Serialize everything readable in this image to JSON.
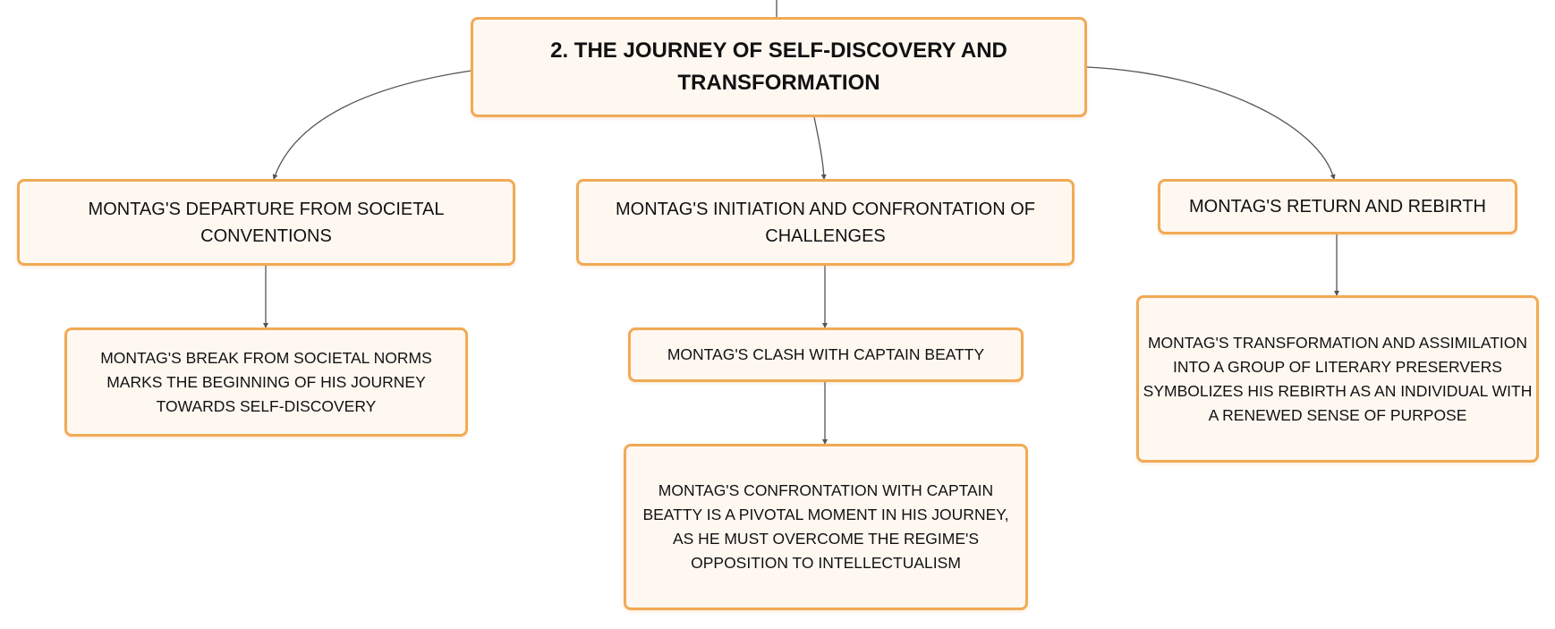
{
  "colors": {
    "node_border": "#f2aa55",
    "node_fill": "#fff8f1",
    "edge": "#555555",
    "text": "#111111"
  },
  "mindmap": {
    "root": {
      "label": "2. The Journey of Self-Discovery and Transformation"
    },
    "branches": [
      {
        "label": "Montag's Departure from Societal Conventions",
        "children": [
          {
            "label": "Montag's break from societal norms marks the beginning of his journey towards self-discovery"
          }
        ]
      },
      {
        "label": "Montag's Initiation and Confrontation of Challenges",
        "children": [
          {
            "label": "Montag's clash with Captain Beatty",
            "children": [
              {
                "label": "Montag's confrontation with Captain Beatty is a pivotal moment in his journey, as he must overcome the regime's opposition to intellectualism"
              }
            ]
          }
        ]
      },
      {
        "label": "Montag's Return and Rebirth",
        "children": [
          {
            "label": "Montag's transformation and assimilation into a group of literary preservers symbolizes his rebirth as an individual with a renewed sense of purpose"
          }
        ]
      }
    ]
  }
}
